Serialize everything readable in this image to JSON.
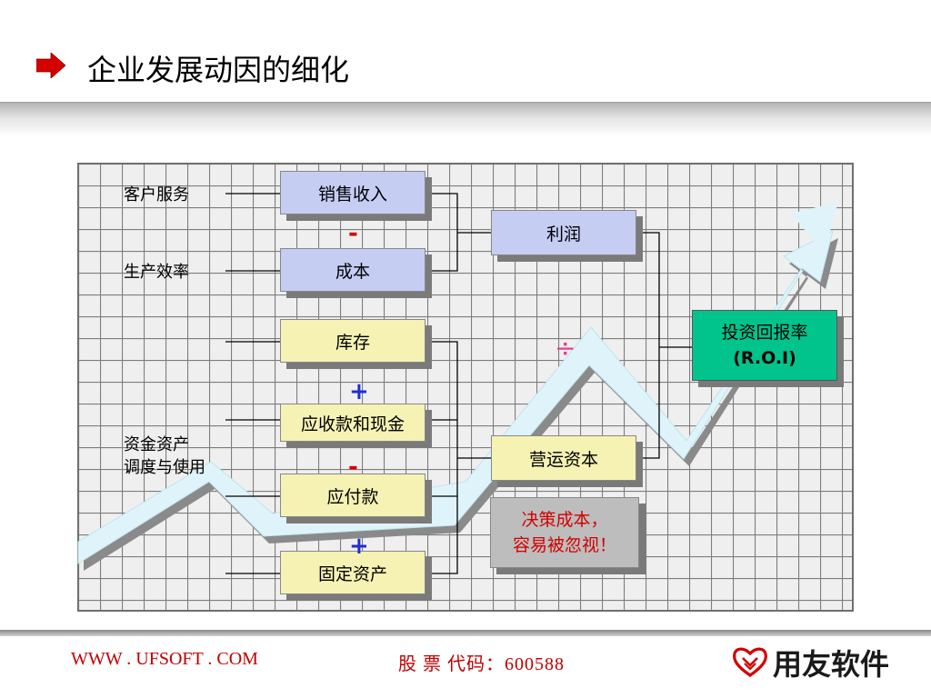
{
  "title": "企业发展动因的细化",
  "boxes": {
    "sales": "销售收入",
    "cost": "成本",
    "inventory": "库存",
    "receivables_cash": "应收款和现金",
    "payables": "应付款",
    "fixed_assets": "固定资产",
    "profit": "利润",
    "working_capital": "营运资本",
    "roi_line1": "投资回报率",
    "roi_line2": "(R.O.I)",
    "decision_line1": "决策成本，",
    "decision_line2": "容易被忽视！"
  },
  "side_labels": {
    "customer_service": "客户服务",
    "productivity": "生产效率",
    "capital_line1": "资金资产",
    "capital_line2": "调度与使用"
  },
  "operators": {
    "minus_cost": "-",
    "plus_receivables": "+",
    "minus_payables": "-",
    "plus_fixed": "+",
    "divide": "÷"
  },
  "footer": {
    "url": "WWW . UFSOFT . COM",
    "stock_code": "股 票 代码：600588",
    "logo_text": "用友软件"
  },
  "colors": {
    "blue_box": "#c5cdf3",
    "yellow_box": "#f5f2b4",
    "green_box": "#00c48c",
    "grey_box": "#bdbdbd",
    "accent_red": "#d40000",
    "plus_blue": "#1f2fd0",
    "divide_pink": "#e83e8c",
    "arrow_fill": "#dff4fa"
  }
}
